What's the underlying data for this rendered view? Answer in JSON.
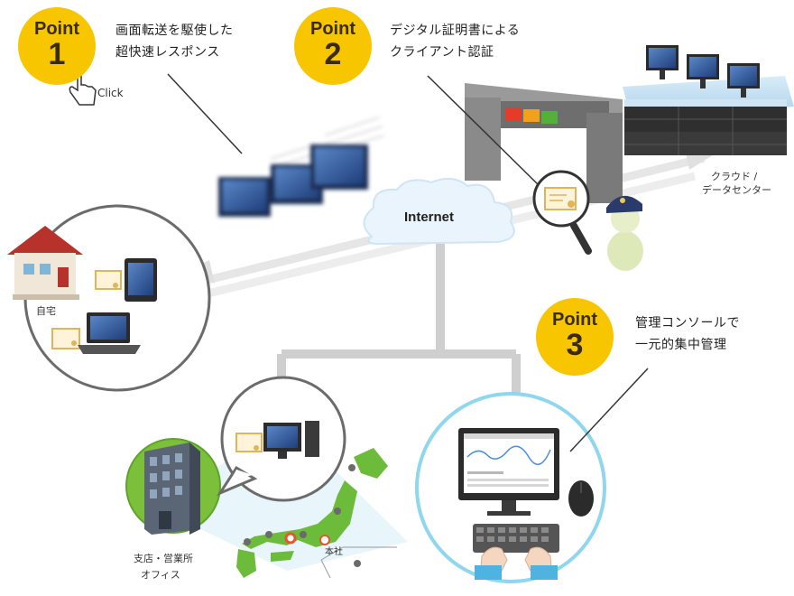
{
  "points": [
    {
      "word": "Point",
      "number": "1",
      "lines": [
        "画面転送を駆使した",
        "超快速レスポンス"
      ]
    },
    {
      "word": "Point",
      "number": "2",
      "lines": [
        "デジタル証明書による",
        "クライアント認証"
      ]
    },
    {
      "word": "Point",
      "number": "3",
      "lines": [
        "管理コンソールで",
        "一元的集中管理"
      ]
    }
  ],
  "click_label": "Click",
  "internet_label": "Internet",
  "datacenter_label": [
    "クラウド /",
    "データセンター"
  ],
  "home_label": "自宅",
  "branch_label": [
    "支店・営業所",
    "オフィス"
  ],
  "hq_label": "本社",
  "colors": {
    "badge": "#f7c600",
    "circle_border": "#6b6b6b",
    "console_border": "#8fd6ee",
    "gate": "#7d7d7d",
    "building_bg": "#7cbf3a",
    "japan_map": "#6dbb3b",
    "cloud": "#dceefa"
  }
}
